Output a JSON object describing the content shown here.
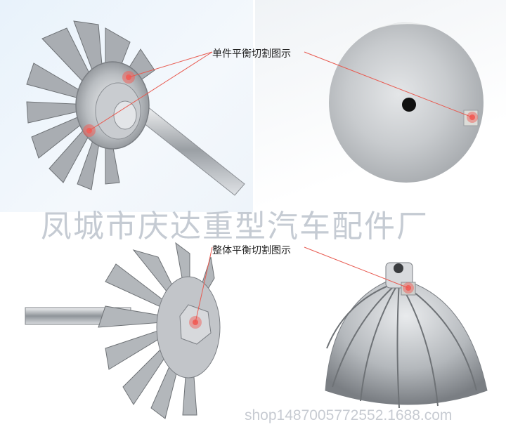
{
  "labels": {
    "single_balance": "单件平衡切割图示",
    "whole_balance": "整体平衡切割图示"
  },
  "watermark": "凤城市庆达重型汽车配件厂",
  "shop_watermark": "shop1487005772552.1688.com",
  "colors": {
    "marker": "#f0605a",
    "pointer_line": "#e85a50",
    "metal_light": "#e6e8ea",
    "metal_dark": "#6e7276"
  }
}
